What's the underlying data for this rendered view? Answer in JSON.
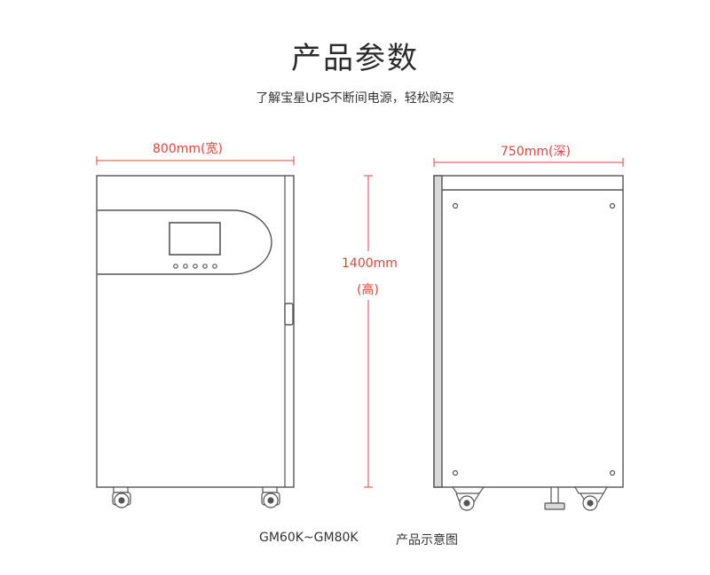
{
  "header": {
    "title": "产品参数",
    "subtitle": "了解宝星UPS不断间电源，轻松购买"
  },
  "dimensions": {
    "width": "800mm(宽)",
    "height_value": "1400mm",
    "height_note": "(高)",
    "depth": "750mm(深)"
  },
  "caption": {
    "model": "GM60K~GM80K",
    "label": "产品示意图"
  },
  "colors": {
    "dimension_line": "#e0453a",
    "outline": "#555555",
    "side_panel": "#d9d9d9"
  }
}
